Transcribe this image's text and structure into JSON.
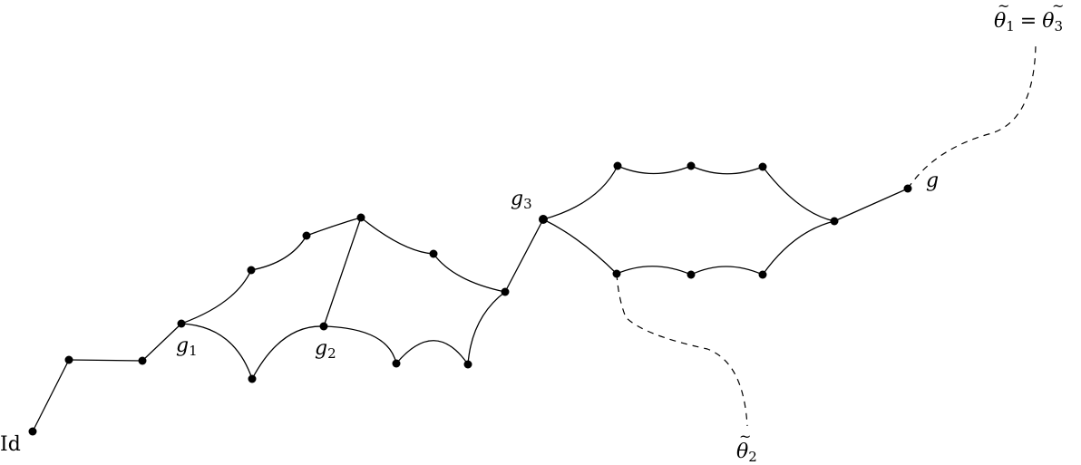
{
  "diagram": {
    "labels": {
      "id": "Id",
      "g1": {
        "base": "g",
        "sub": "1"
      },
      "g2": {
        "base": "g",
        "sub": "2"
      },
      "g3": {
        "base": "g",
        "sub": "3"
      },
      "g": "g",
      "theta13": {
        "a_sub": "1",
        "eq": "=",
        "b_sub": "3",
        "base": "θ"
      },
      "theta2": {
        "base": "θ",
        "sub": "2"
      }
    },
    "colors": {
      "stroke": "#000000",
      "background": "#ffffff"
    }
  }
}
